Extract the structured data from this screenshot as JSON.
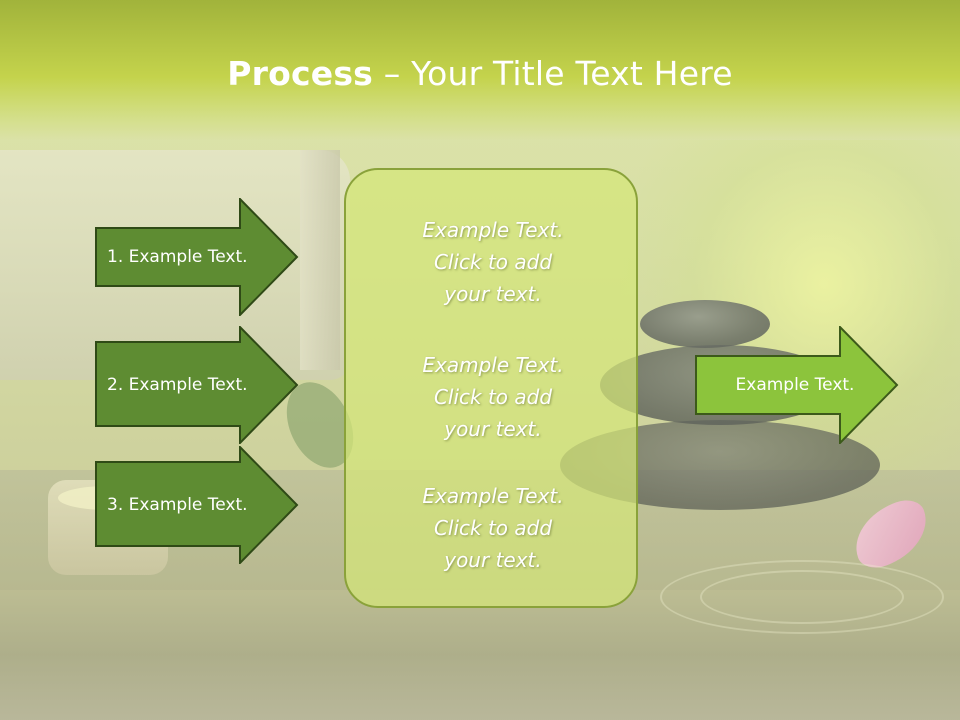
{
  "title": {
    "bold": "Process",
    "rest": " – Your Title Text Here"
  },
  "steps": [
    {
      "label": "1. Example Text."
    },
    {
      "label": "2. Example Text."
    },
    {
      "label": "3. Example Text."
    }
  ],
  "center_blocks": [
    {
      "line1": "Example Text.",
      "line2": "Click  to add",
      "line3": "your text."
    },
    {
      "line1": "Example Text.",
      "line2": "Click  to add",
      "line3": "your text."
    },
    {
      "line1": "Example Text.",
      "line2": "Click  to add",
      "line3": "your text."
    }
  ],
  "output": {
    "label": "Example Text."
  },
  "colors": {
    "header": "#b4c545",
    "step_arrow_fill": "#5e8c32",
    "step_arrow_border": "#2f4a16",
    "output_arrow_fill": "#8cc43c",
    "center_box_border": "#8aa23a"
  }
}
